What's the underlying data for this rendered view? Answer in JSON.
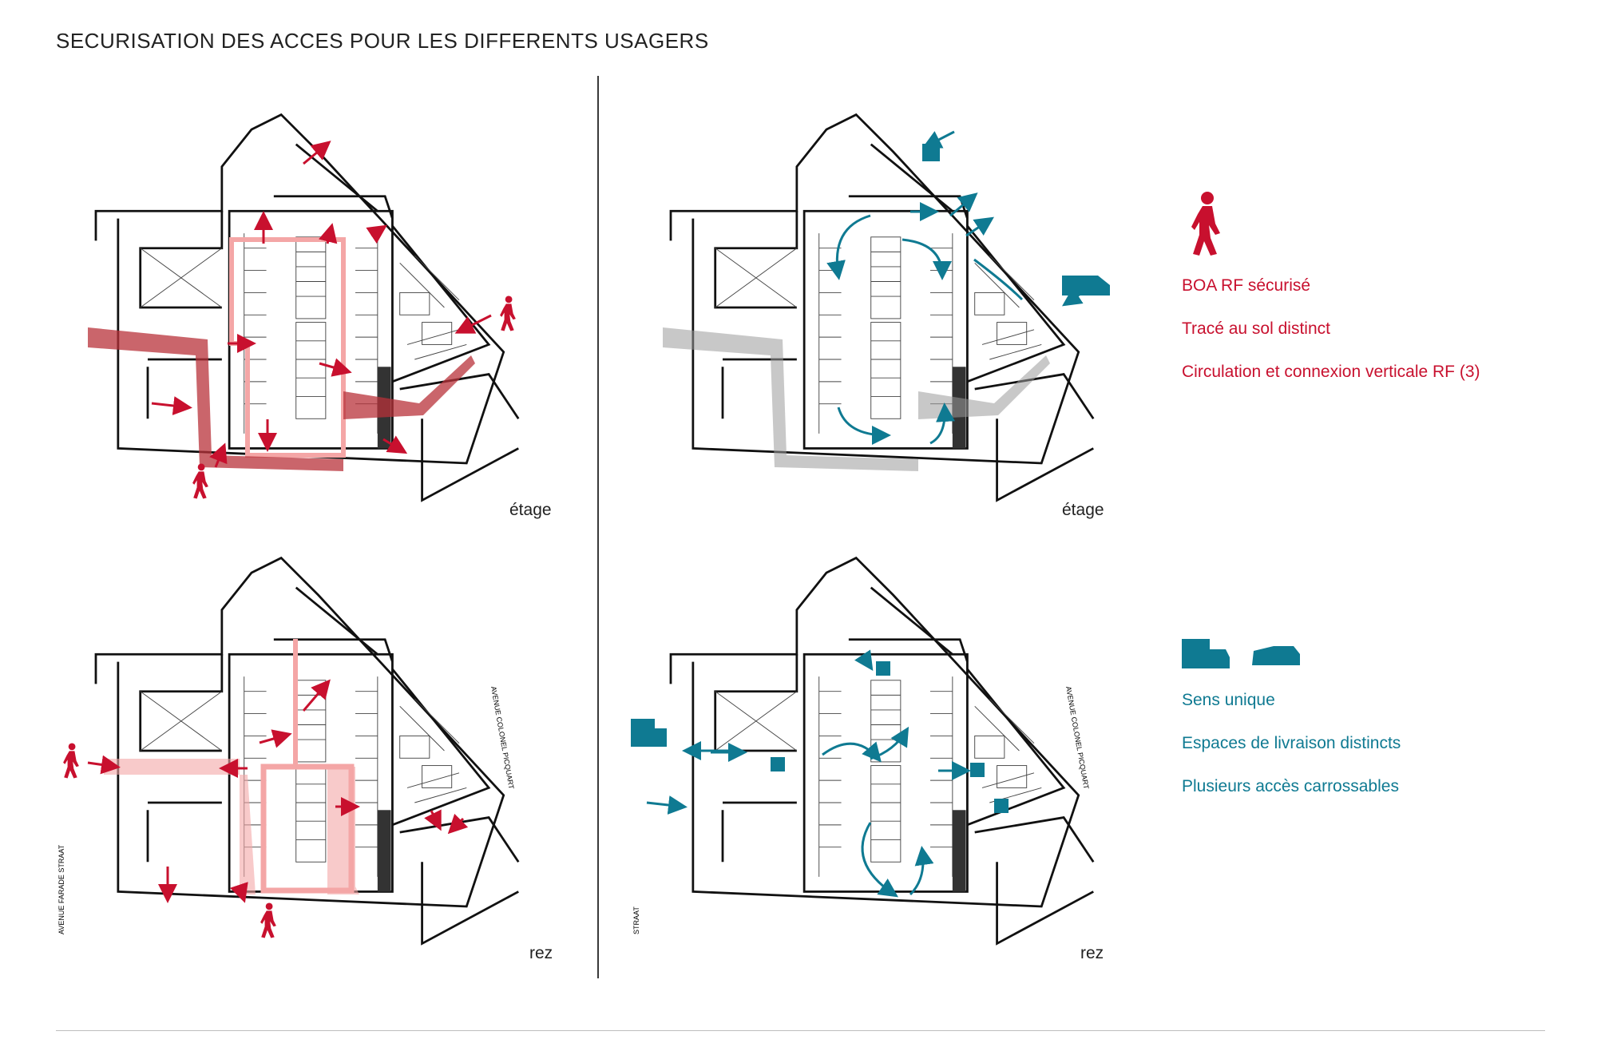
{
  "title": "SECURISATION DES ACCES POUR LES DIFFERENTS USAGERS",
  "colors": {
    "red": "#c8102e",
    "red_fill": "#b8323a",
    "pink": "#f4a6a6",
    "teal": "#0f7a92",
    "plan_line": "#111111"
  },
  "panels": {
    "tl": {
      "level": "étage"
    },
    "tr": {
      "level": "étage"
    },
    "bl": {
      "level": "rez",
      "street_right": "AVENUE COLONEL PICQUART",
      "street_left": "AVENUE FARADE STRAAT"
    },
    "br": {
      "level": "rez",
      "street_right": "AVENUE COLONEL PICQUART",
      "street_left": "STRAAT"
    }
  },
  "legend_pedestrian": {
    "icon": "pedestrian-icon",
    "items": [
      "BOA RF sécurisé",
      "Tracé au sol distinct",
      "Circulation et connexion verticale RF (3)"
    ]
  },
  "legend_vehicle": {
    "icons": [
      "truck-icon",
      "car-icon"
    ],
    "items": [
      "Sens unique",
      "Espaces de livraison  distincts",
      "Plusieurs accès carrossables"
    ]
  }
}
